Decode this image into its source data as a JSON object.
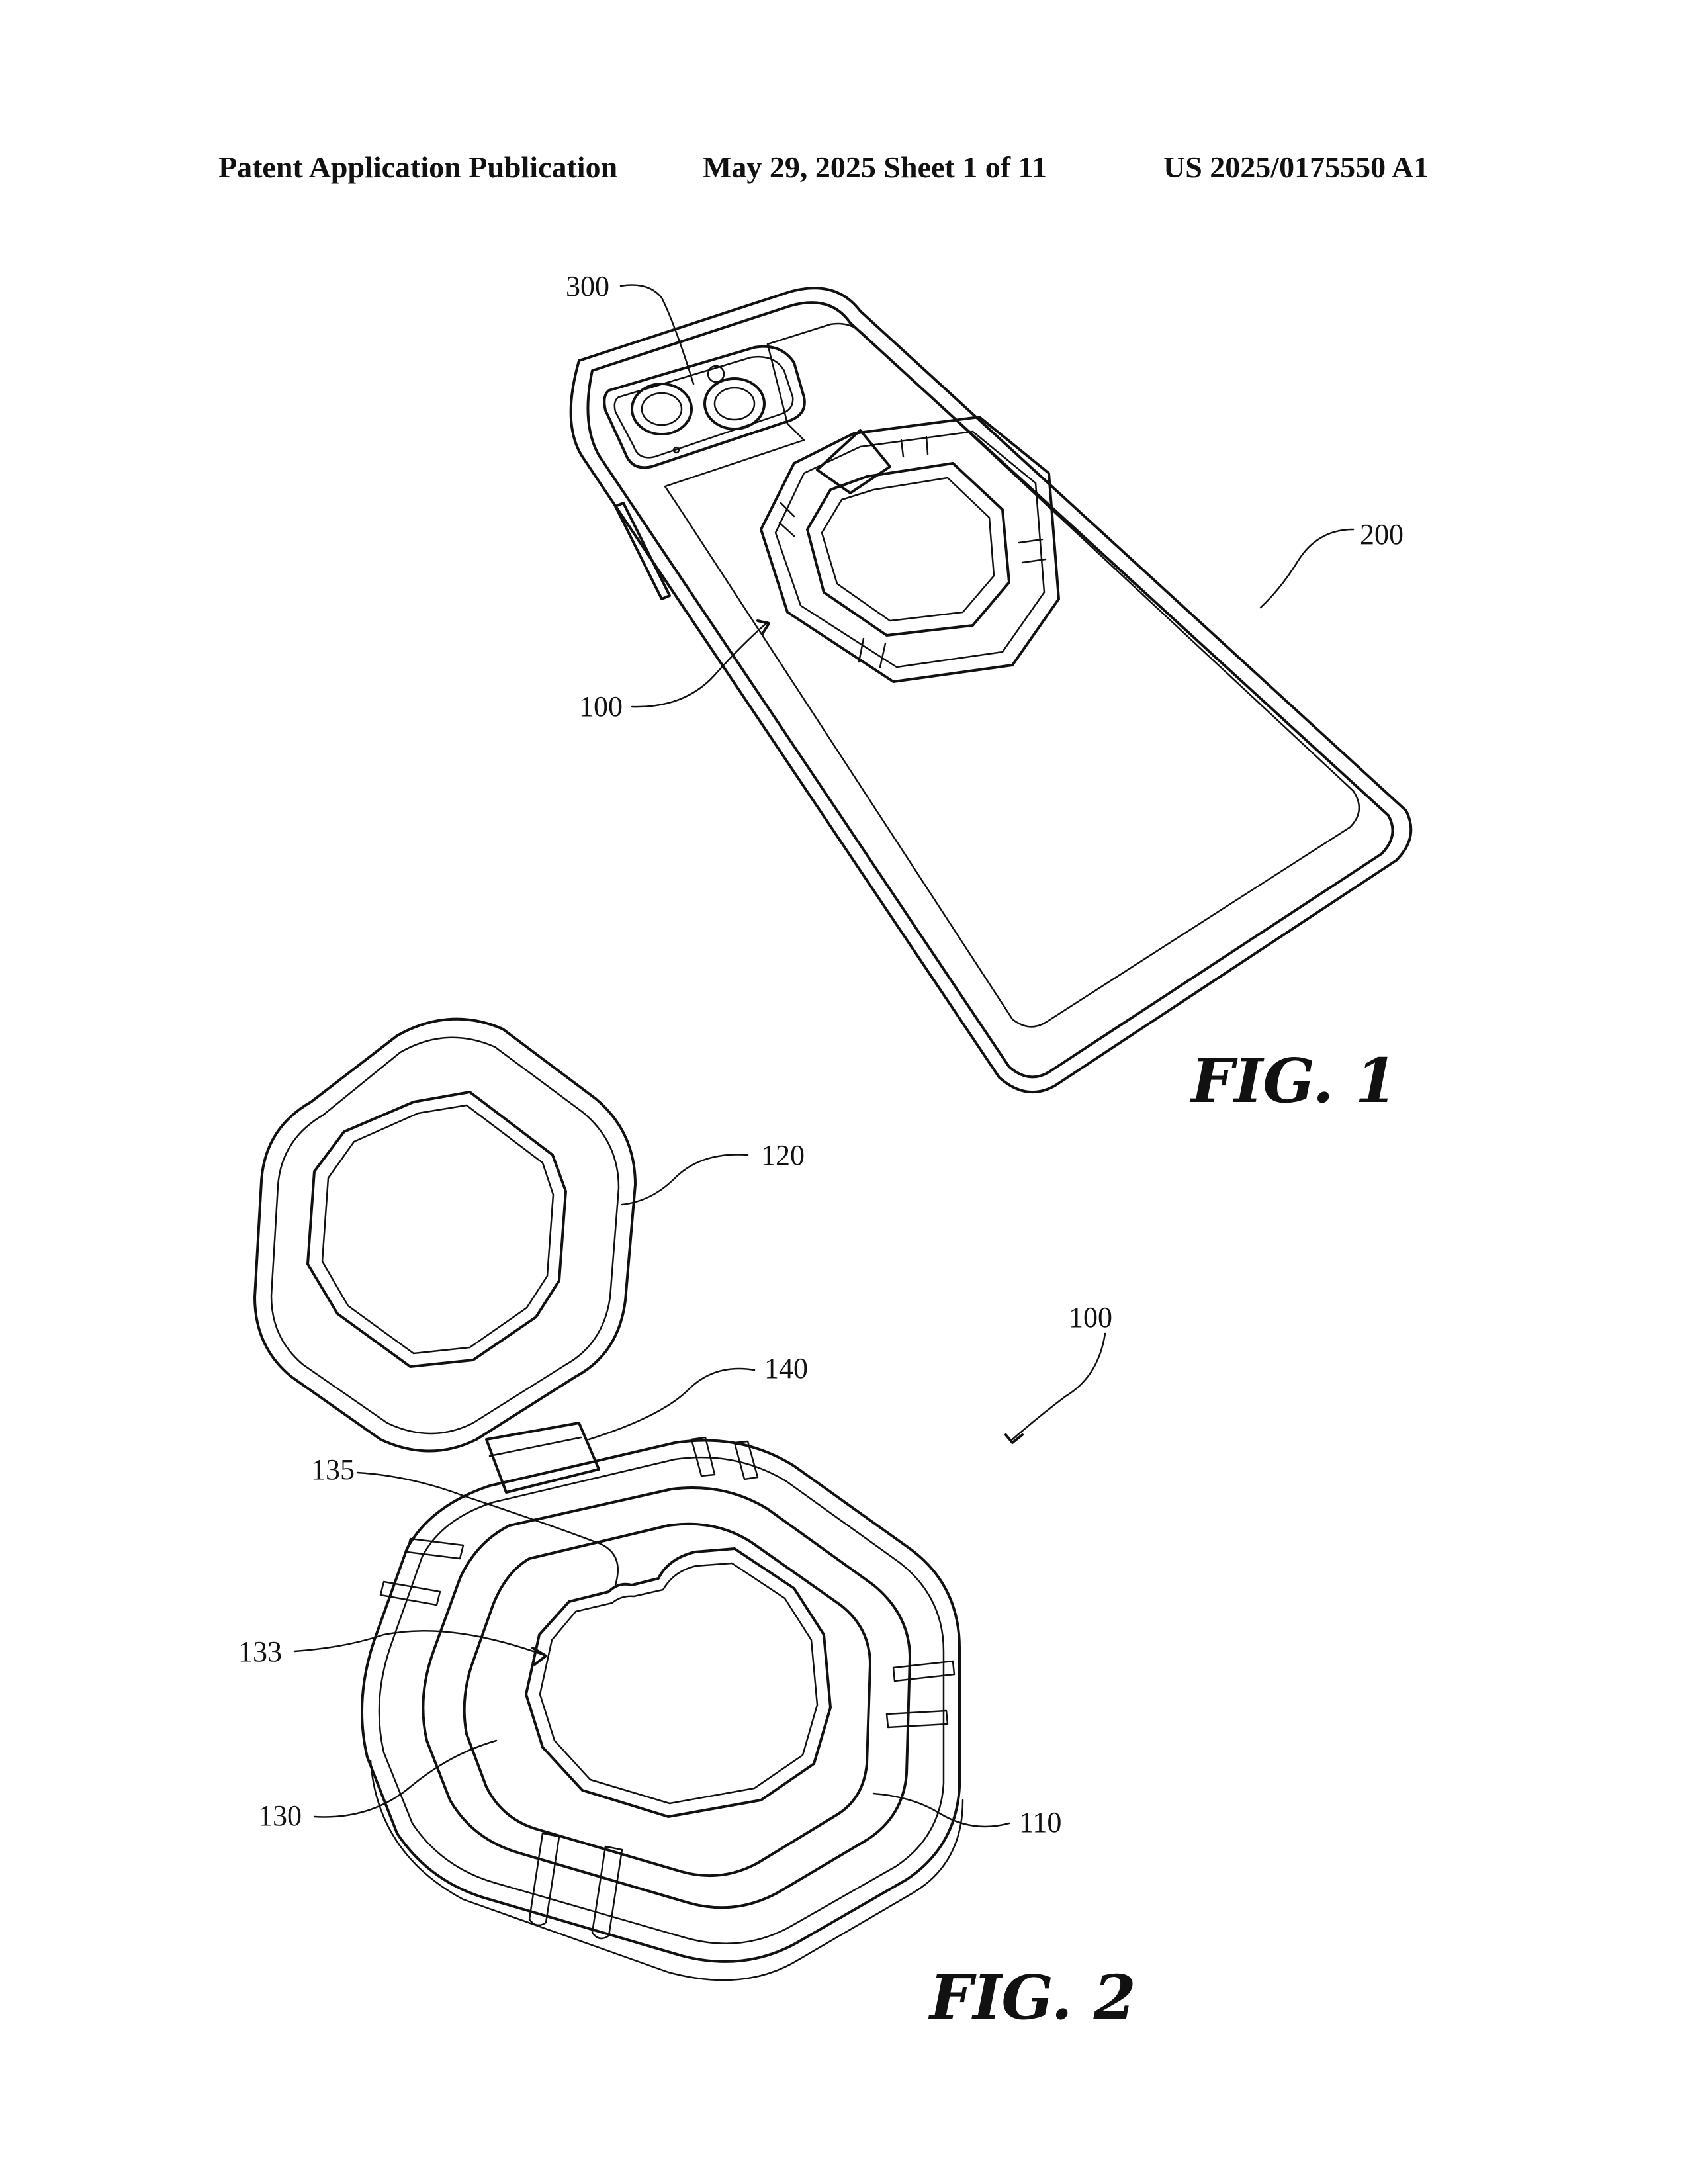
{
  "header": {
    "publication": "Patent Application Publication",
    "date_sheet": "May 29, 2025  Sheet 1 of 11",
    "number": "US 2025/0175550 A1"
  },
  "figure1": {
    "caption": "FIG. 1",
    "labels": {
      "camera": "300",
      "case": "200",
      "mount": "100"
    }
  },
  "figure2": {
    "caption": "FIG. 2",
    "labels": {
      "lid": "120",
      "hinge": "140",
      "assembly": "100",
      "notch": "135",
      "opening": "133",
      "inner_ring": "130",
      "outer_ring": "110"
    }
  }
}
